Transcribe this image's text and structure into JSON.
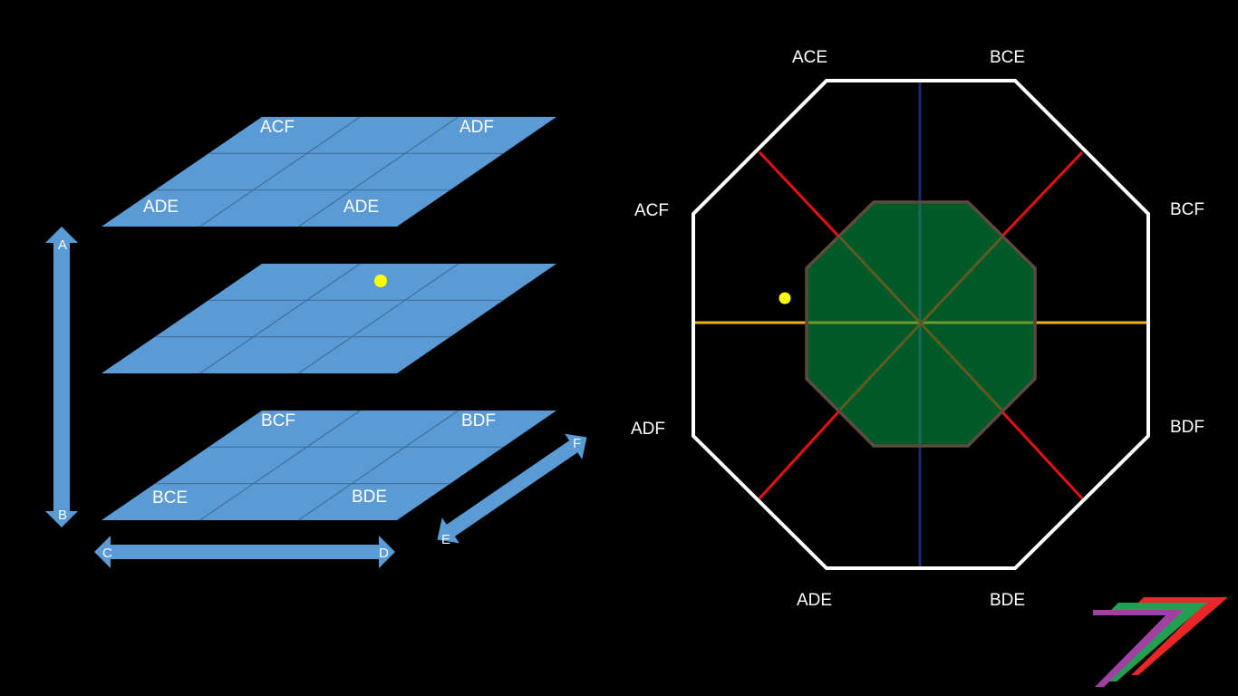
{
  "colors": {
    "background": "#000000",
    "plane_fill": "#5b9bd5",
    "plane_grid": "#3f6f9c",
    "arrow_fill": "#5b9bd5",
    "point": "#ffff00",
    "octagon_outline": "#ffffff",
    "inner_octagon_fill": "#005a28",
    "inner_octagon_stroke": "#5e4a3c",
    "diagonal": "#e81010",
    "horizontal": "#f0b020",
    "vertical": "#1a2a6a"
  },
  "planes": {
    "top": {
      "labels": [
        "ACF",
        "ADF",
        "ADE",
        "ADE"
      ]
    },
    "middle": {
      "labels": []
    },
    "bottom": {
      "labels": [
        "BCF",
        "BDF",
        "BCE",
        "BDE"
      ]
    }
  },
  "arrows": {
    "vertical": {
      "start": "A",
      "end": "B"
    },
    "horizontal": {
      "start": "C",
      "end": "D"
    },
    "diagonal": {
      "start": "E",
      "end": "F"
    }
  },
  "octagon": {
    "labels": [
      "ACE",
      "BCE",
      "ACF",
      "BCF",
      "ADF",
      "BDF",
      "ADE",
      "BDE"
    ]
  },
  "logo": {
    "name": "logo-7",
    "stripe_colors": [
      "#e82828",
      "#20a050",
      "#a040a0"
    ]
  }
}
